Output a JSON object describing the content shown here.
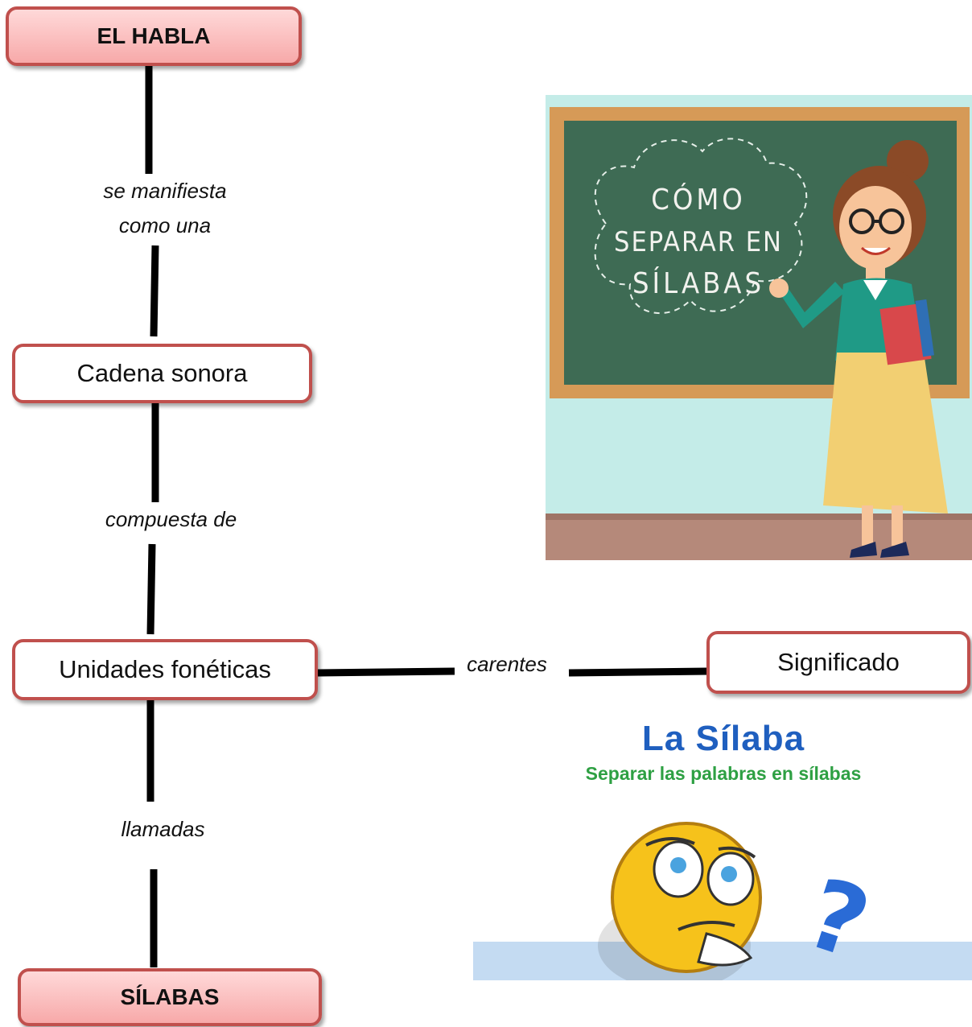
{
  "nodes": {
    "el_habla": "EL HABLA",
    "cadena_sonora": "Cadena sonora",
    "unidades_foneticas": "Unidades fonéticas",
    "significado": "Significado",
    "silabas": "SÍLABAS"
  },
  "links": {
    "se_manifiesta_1": "se manifiesta",
    "se_manifiesta_2": "como una",
    "compuesta_de": "compuesta de",
    "carentes": "carentes",
    "llamadas": "llamadas"
  },
  "chalkboard": {
    "line1": "CÓMO",
    "line2": "SEPARAR EN",
    "line3": "SÍLABAS"
  },
  "silaba_image": {
    "title": "La Sílaba",
    "subtitle": "Separar las palabras en sílabas",
    "question_mark": "?"
  },
  "colors": {
    "node_border": "#c0504d",
    "node_fill_highlight": "#f7a9a9",
    "chalkboard": "#3e6b54",
    "frame": "#d69a57",
    "title_blue": "#1f5fbf",
    "subtitle_green": "#2ea043"
  }
}
